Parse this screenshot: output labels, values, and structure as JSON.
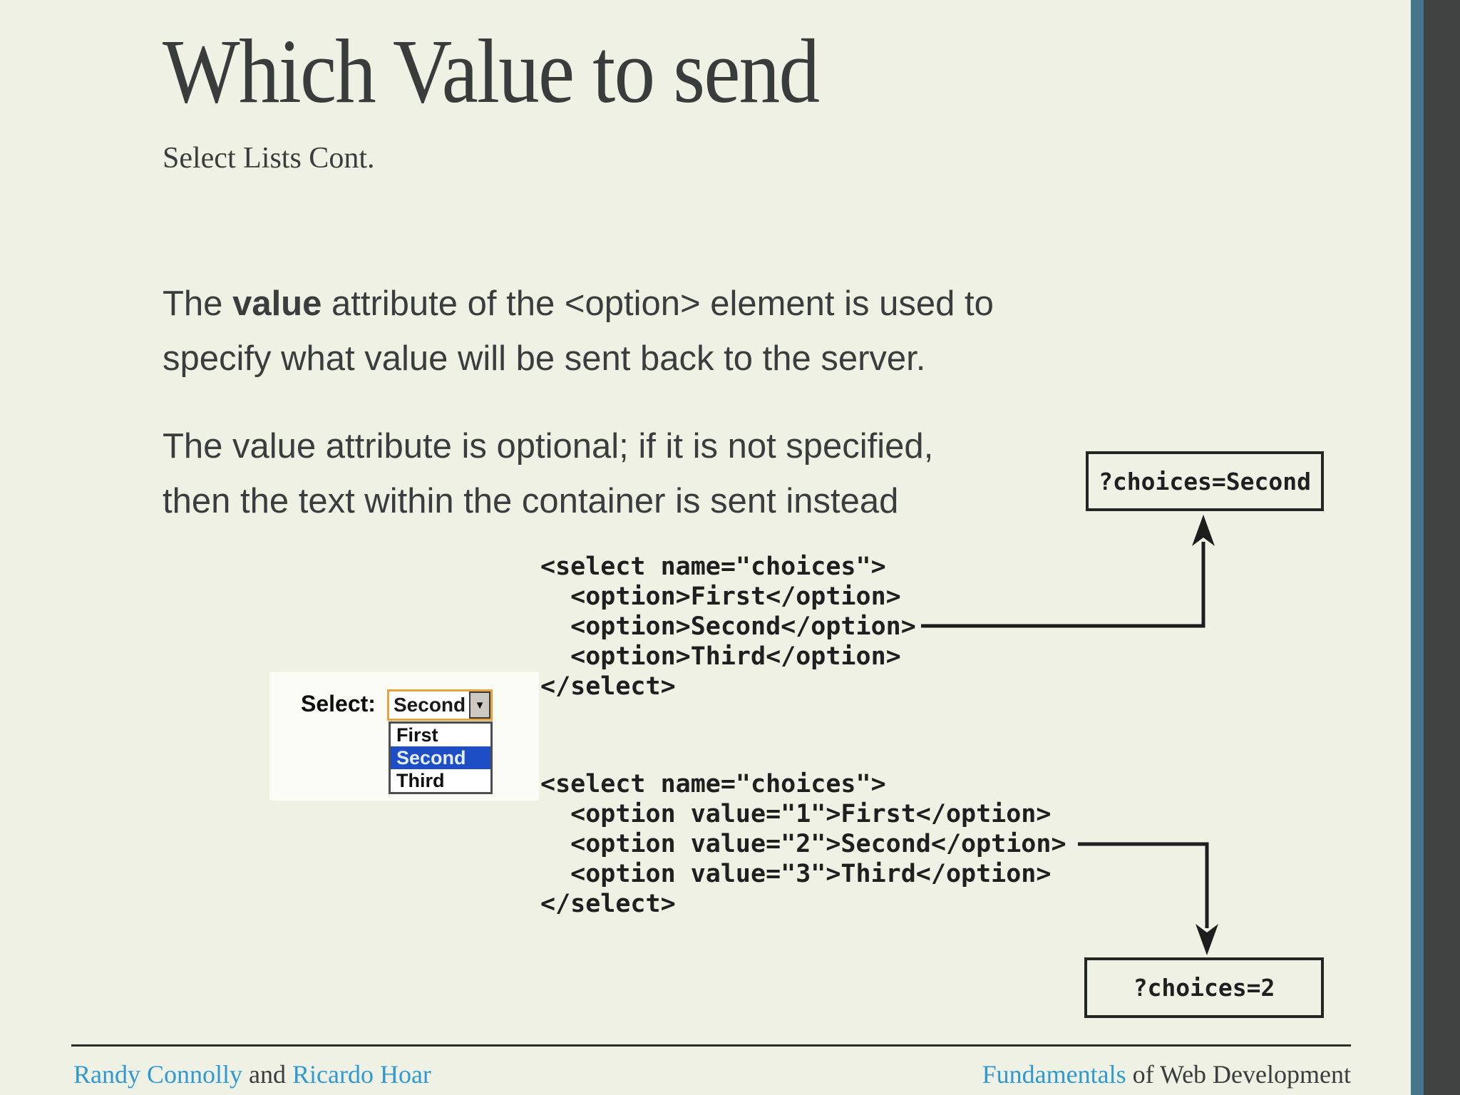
{
  "slide": {
    "title": "Which Value to send",
    "subtitle": "Select Lists Cont.",
    "paragraph1": {
      "line1_prefix": "The ",
      "line1_bold": "value",
      "line1_rest": " attribute of the <option> element is used to",
      "line2": "specify what value will be sent back to the server."
    },
    "paragraph2": {
      "line1": "The value attribute is optional; if it is not specified,",
      "line2": "then the text within the container is sent instead"
    }
  },
  "code_block_1": {
    "lines": [
      "<select name=\"choices\">",
      "  <option>First</option>",
      "  <option>Second</option>",
      "  <option>Third</option>",
      "</select>"
    ]
  },
  "code_block_2": {
    "lines": [
      "<select name=\"choices\">",
      "  <option value=\"1\">First</option>",
      "  <option value=\"2\">Second</option>",
      "  <option value=\"3\">Third</option>",
      "</select>"
    ]
  },
  "result_boxes": {
    "top_box": "?choices=Second",
    "bottom_box": "?choices=2"
  },
  "select_widget": {
    "label": "Select:",
    "selected_value": "Second",
    "dropdown_arrow": "▼",
    "options": [
      "First",
      "Second",
      "Third"
    ],
    "highlighted_option": "Second"
  },
  "footer": {
    "author1": "Randy Connolly",
    "conjunction": " and ",
    "author2": "Ricardo Hoar",
    "book_title_highlight": "Fundamentals",
    "book_title_rest": " of Web Development"
  },
  "colors": {
    "background": "#f0f1e5",
    "text_dark": "#3b3d3c",
    "code_black": "#1e1f1e",
    "link_blue": "#2e9ad3",
    "select_highlight_blue": "#1e4ec5",
    "select_border_orange": "#e8a33e",
    "sidebar_teal": "#45758b",
    "sidebar_dark": "#414342"
  }
}
